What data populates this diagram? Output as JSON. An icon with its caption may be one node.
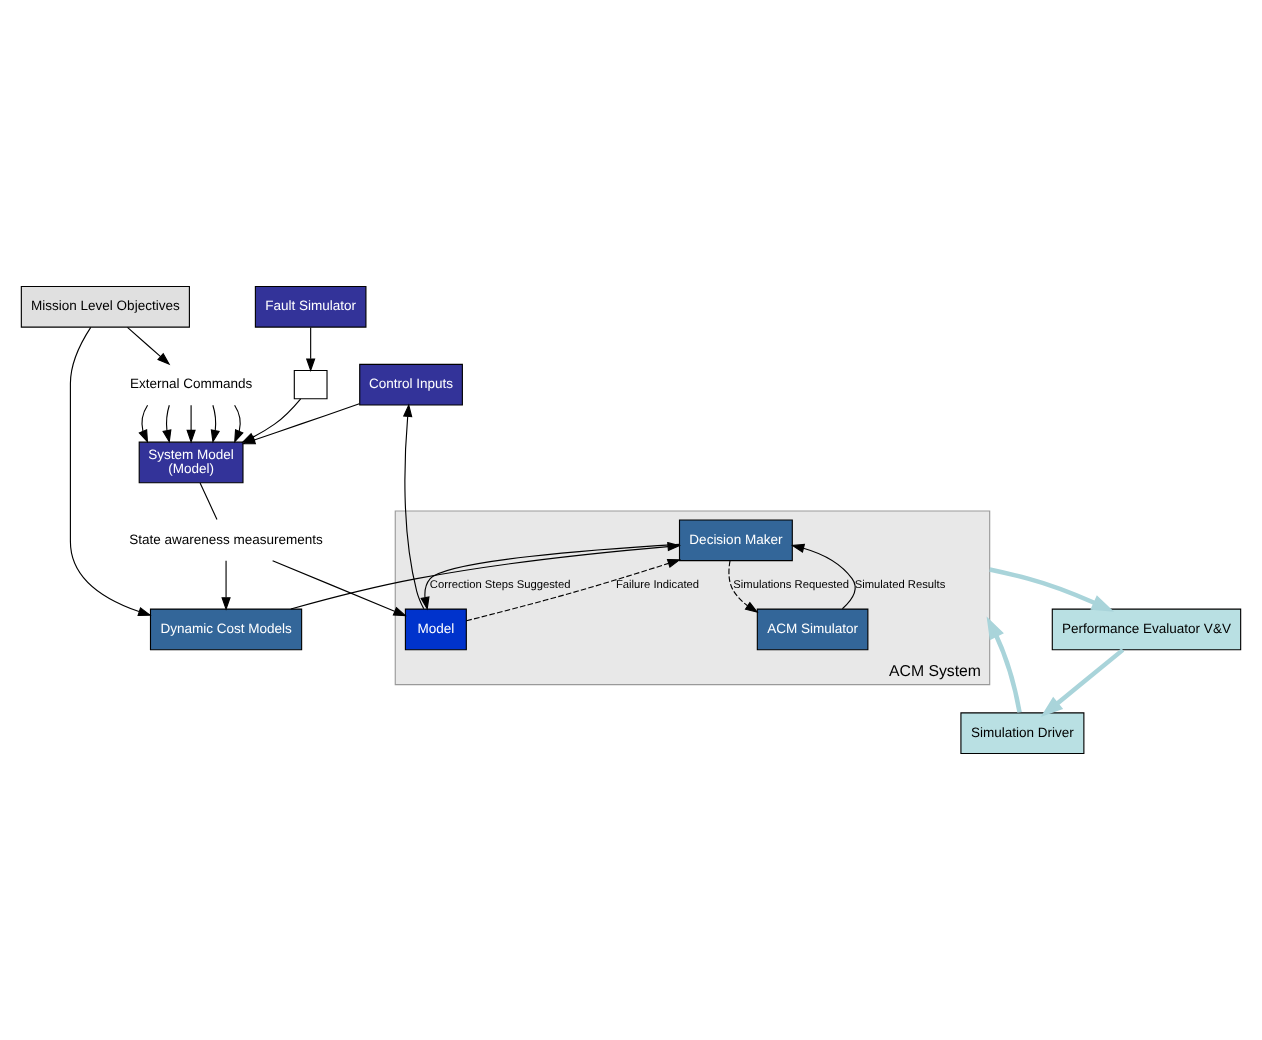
{
  "diagram": {
    "nodes": [
      {
        "text": [
          "Mission Level Objectives"
        ]
      },
      {
        "text": [
          "External Commands"
        ]
      },
      {
        "text": [
          "Fault Simulator"
        ]
      },
      {
        "text": [],
        "shape": "box"
      },
      {
        "text": [
          "System Model",
          "(Model)"
        ]
      },
      {
        "text": [
          "Dynamic Cost Models"
        ]
      },
      {
        "text": [
          "State awareness measurements"
        ]
      },
      {
        "text": [
          "Control Inputs"
        ]
      },
      {
        "text": [
          "ACM System"
        ]
      },
      {
        "text": [
          "Decision Maker"
        ],
        "in": 8
      },
      {
        "text": [
          "Model"
        ],
        "in": 8
      },
      {
        "text": [
          "ACM Simulator"
        ],
        "in": 8
      },
      {
        "text": [
          "Simulation Driver"
        ]
      },
      {
        "text": [
          "Performance Evaluator V&V"
        ]
      }
    ],
    "edges": [
      {
        "from": 0,
        "to": 5,
        "arrow": "to"
      },
      {
        "from": 0,
        "to": 1,
        "arrow": "to"
      },
      {
        "from": 1,
        "to": 4,
        "arrow": "to"
      },
      {
        "from": 1,
        "to": 4,
        "arrow": "to"
      },
      {
        "from": 1,
        "to": 4,
        "arrow": "to"
      },
      {
        "from": 1,
        "to": 4,
        "arrow": "to"
      },
      {
        "from": 1,
        "to": 4,
        "arrow": "to"
      },
      {
        "from": 2,
        "to": 3,
        "arrow": "to"
      },
      {
        "from": 3,
        "to": 4,
        "arrow": "to"
      },
      {
        "from": 4,
        "to": 6,
        "arrow": "none"
      },
      {
        "from": 6,
        "to": 5,
        "arrow": "to"
      },
      {
        "from": 6,
        "to": 10,
        "arrow": "to"
      },
      {
        "from": 10,
        "to": 7,
        "arrow": "to"
      },
      {
        "from": 7,
        "to": 4,
        "arrow": "to"
      },
      {
        "from": 5,
        "to": 9,
        "arrow": "to"
      },
      {
        "from": 10,
        "to": 9,
        "arrow": "to",
        "label": "Failure Indicated",
        "style": "dashed"
      },
      {
        "from": 9,
        "to": 10,
        "arrow": "to",
        "label": "Correction Steps Suggested"
      },
      {
        "from": 9,
        "to": 11,
        "arrow": "to",
        "label": "Simulations Requested",
        "style": "dashed"
      },
      {
        "from": 11,
        "to": 9,
        "arrow": "to",
        "label": "Simulated Results"
      },
      {
        "from": 8,
        "to": 13,
        "arrow": "to",
        "style": "thick",
        "color": "#a9d4da"
      },
      {
        "from": 13,
        "to": 12,
        "arrow": "to",
        "style": "thick",
        "color": "#a9d4da"
      },
      {
        "from": 12,
        "to": 8,
        "arrow": "to",
        "style": "thick",
        "color": "#a9d4da"
      }
    ]
  }
}
